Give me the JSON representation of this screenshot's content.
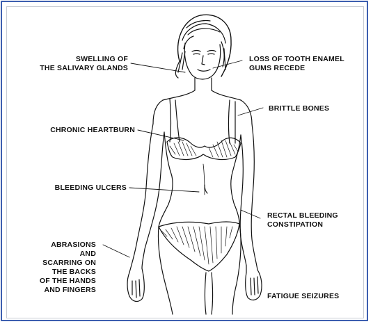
{
  "colors": {
    "frame_border": "#3d5fb0",
    "inner_border": "#c8ccd4",
    "ink": "#111111",
    "background": "#ffffff"
  },
  "illustration": {
    "subject": "female-figure-line-art"
  },
  "labels": {
    "salivary": [
      "SWELLING OF",
      "THE SALIVARY GLANDS"
    ],
    "heartburn": [
      "CHRONIC HEARTBURN"
    ],
    "ulcers": [
      "BLEEDING ULCERS"
    ],
    "abrasions": [
      "ABRASIONS",
      "AND",
      "SCARRING ON",
      "THE BACKS",
      "OF THE HANDS",
      "AND FINGERS"
    ],
    "tooth": [
      "LOSS OF TOOTH ENAMEL",
      "GUMS RECEDE"
    ],
    "bones": [
      "BRITTLE BONES"
    ],
    "rectal": [
      "RECTAL BLEEDING",
      "CONSTIPATION"
    ],
    "fatigue": [
      "FATIGUE SEIZURES"
    ]
  }
}
